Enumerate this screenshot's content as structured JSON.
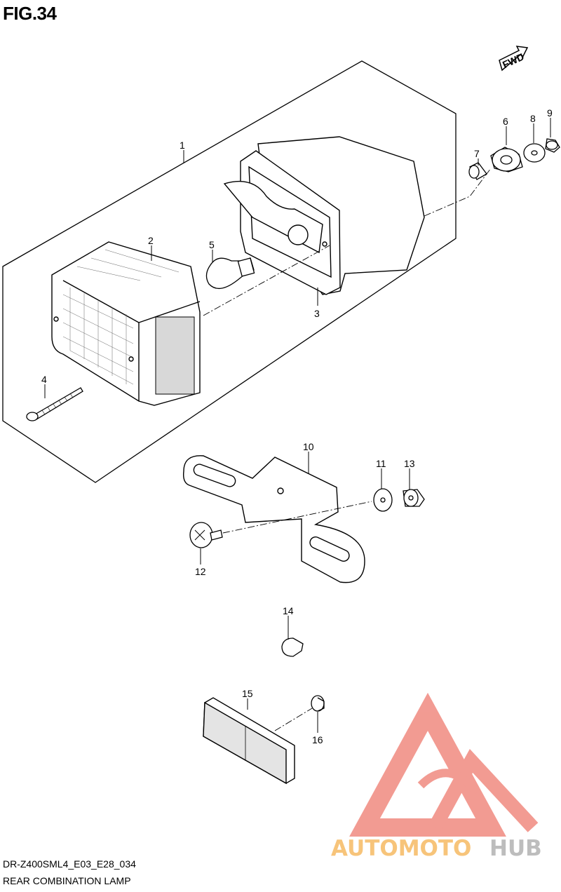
{
  "figure": {
    "title": "FIG.34"
  },
  "direction_label": "FWD",
  "callouts": [
    {
      "id": "part-1",
      "text": "1"
    },
    {
      "id": "part-2",
      "text": "2"
    },
    {
      "id": "part-3",
      "text": "3"
    },
    {
      "id": "part-4",
      "text": "4"
    },
    {
      "id": "part-5",
      "text": "5"
    },
    {
      "id": "part-6",
      "text": "6"
    },
    {
      "id": "part-7",
      "text": "7"
    },
    {
      "id": "part-8",
      "text": "8"
    },
    {
      "id": "part-9",
      "text": "9"
    },
    {
      "id": "part-10",
      "text": "10"
    },
    {
      "id": "part-11",
      "text": "11"
    },
    {
      "id": "part-12",
      "text": "12"
    },
    {
      "id": "part-13",
      "text": "13"
    },
    {
      "id": "part-14",
      "text": "14"
    },
    {
      "id": "part-15",
      "text": "15"
    },
    {
      "id": "part-16",
      "text": "16"
    }
  ],
  "watermark": {
    "part_a": "AUTOMOTO",
    "part_b": "HUB",
    "color_a": "#f7c47a",
    "color_b": "#bdbdbd",
    "logo_color": "#f08a80"
  },
  "footer": {
    "code": "DR-Z400SML4_E03_E28_034",
    "name": "REAR COMBINATION LAMP"
  }
}
